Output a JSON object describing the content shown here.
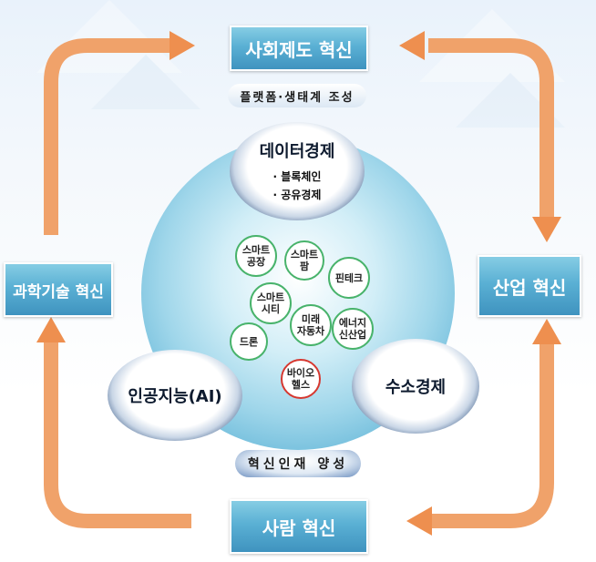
{
  "top_box": "사회제도 혁신",
  "left_box": "과학기술 혁신",
  "right_box": "산업 혁신",
  "bottom_box": "사람 혁신",
  "top_pill": "플랫폼·생태계 조성",
  "bottom_pill": "혁신인재 양성",
  "data_economy": {
    "title": "데이터경제",
    "items": [
      "· 블록체인",
      "· 공유경제"
    ]
  },
  "ai": "인공지능(AI)",
  "hydrogen": "수소경제",
  "bubbles": [
    {
      "line1": "스마트",
      "line2": "공장"
    },
    {
      "line1": "스마트",
      "line2": "팜"
    },
    {
      "line1": "핀테크",
      "line2": ""
    },
    {
      "line1": "스마트",
      "line2": "시티"
    },
    {
      "line1": "미래",
      "line2": "자동차"
    },
    {
      "line1": "에너지",
      "line2": "신산업"
    },
    {
      "line1": "드론",
      "line2": ""
    },
    {
      "line1": "바이오",
      "line2": "헬스"
    }
  ],
  "colors": {
    "box": "#5ab0d4",
    "arrow": "#f0a26a",
    "bubble_border": "#48b36b",
    "bio_border": "#d6372f",
    "dark_ellipse": "#16315a"
  }
}
